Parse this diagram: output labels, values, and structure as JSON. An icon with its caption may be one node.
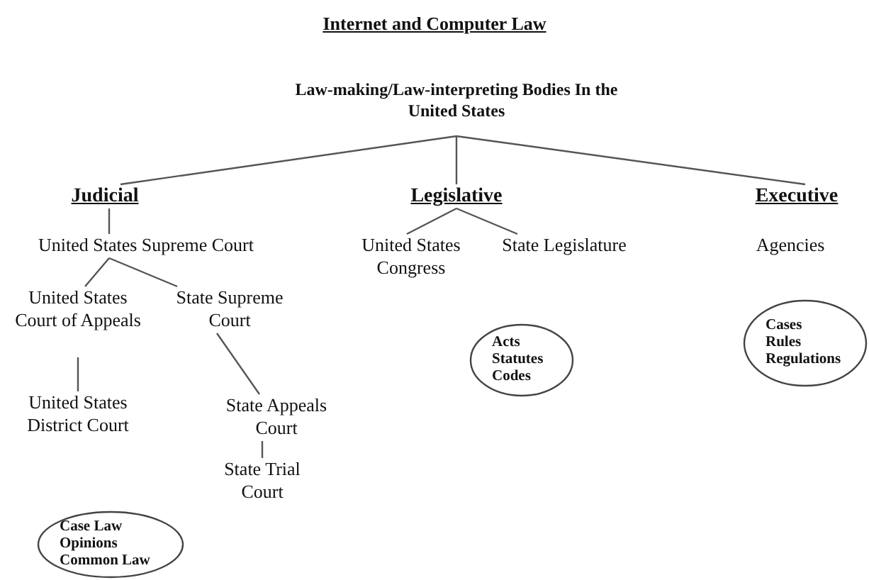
{
  "diagram": {
    "title": "Internet and Computer Law",
    "nodes": [
      {
        "text": [
          "Law-making/Law-interpreting Bodies In the United States"
        ]
      },
      {
        "text": [
          "Judicial"
        ]
      },
      {
        "text": [
          "Legislative"
        ]
      },
      {
        "text": [
          "Executive"
        ]
      },
      {
        "text": [
          "United States Supreme Court"
        ]
      },
      {
        "text": [
          "United States Congress"
        ]
      },
      {
        "text": [
          "State Legislature"
        ]
      },
      {
        "text": [
          "Agencies"
        ]
      },
      {
        "text": [
          "United States Court of Appeals"
        ]
      },
      {
        "text": [
          "State Supreme Court"
        ]
      },
      {
        "text": [
          "United States District Court"
        ]
      },
      {
        "text": [
          "State Appeals Court"
        ]
      },
      {
        "text": [
          "State Trial Court"
        ]
      },
      {
        "text": [
          "Case Law",
          "Opinions",
          "Common Law"
        ]
      },
      {
        "text": [
          "Acts",
          "Statutes",
          "Codes"
        ]
      },
      {
        "text": [
          "Cases",
          "Rules",
          "Regulations"
        ]
      }
    ],
    "edges": [
      {
        "from": 0,
        "to": 1,
        "arrow": "none"
      },
      {
        "from": 0,
        "to": 2,
        "arrow": "none"
      },
      {
        "from": 0,
        "to": 3,
        "arrow": "none"
      },
      {
        "from": 1,
        "to": 4,
        "arrow": "none"
      },
      {
        "from": 2,
        "to": 5,
        "arrow": "none"
      },
      {
        "from": 2,
        "to": 6,
        "arrow": "none"
      },
      {
        "from": 4,
        "to": 8,
        "arrow": "none"
      },
      {
        "from": 4,
        "to": 9,
        "arrow": "none"
      },
      {
        "from": 8,
        "to": 10,
        "arrow": "none"
      },
      {
        "from": 9,
        "to": 11,
        "arrow": "none"
      },
      {
        "from": 11,
        "to": 12,
        "arrow": "none"
      }
    ]
  }
}
